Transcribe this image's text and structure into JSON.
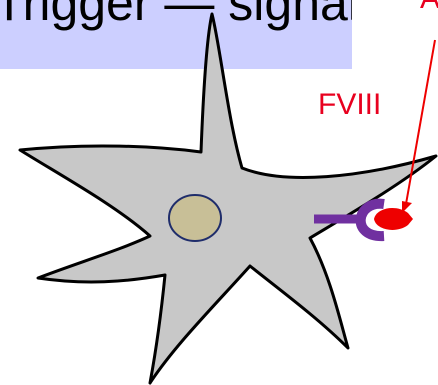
{
  "banner": {
    "text": "Trigger — signal"
  },
  "labels": {
    "fviii": "FVIII",
    "top_right_fragment": "A"
  },
  "colors": {
    "banner_bg": "#cccfff",
    "cell_fill": "#c8c8c8",
    "cell_stroke": "#000000",
    "nucleus_fill": "#c8bf97",
    "nucleus_stroke": "#1f2d6b",
    "receptor": "#7030a0",
    "ligand": "#ee0000",
    "label_color": "#e8001f"
  }
}
